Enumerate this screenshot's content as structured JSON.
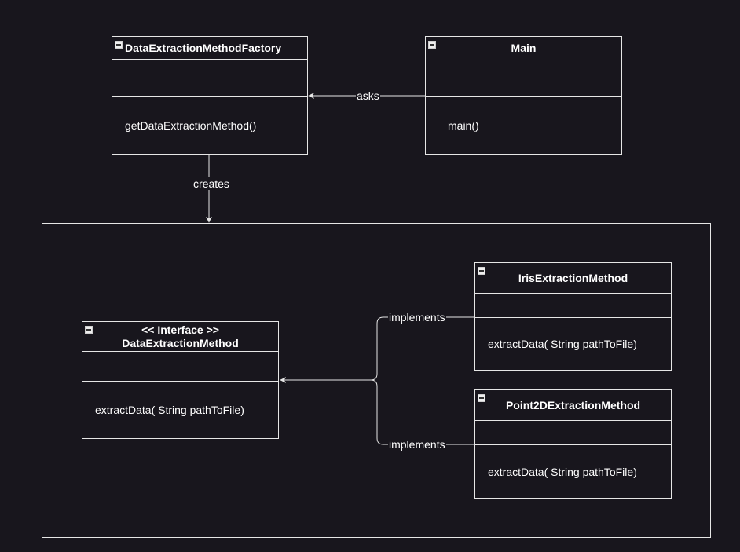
{
  "factory": {
    "name": "DataExtractionMethodFactory",
    "operation": "getDataExtractionMethod()"
  },
  "main": {
    "name": "Main",
    "operation": "main()"
  },
  "interface": {
    "stereotype": "<< Interface >>",
    "name": "DataExtractionMethod",
    "operation": "extractData( String pathToFile)"
  },
  "iris": {
    "name": "IrisExtractionMethod",
    "operation": "extractData( String pathToFile)"
  },
  "point2d": {
    "name": "Point2DExtractionMethod",
    "operation": "extractData( String pathToFile)"
  },
  "edges": {
    "asks": "asks",
    "creates": "creates",
    "implements_iris": "implements",
    "implements_point2d": "implements"
  },
  "colors": {
    "background": "#18161d",
    "stroke": "#e6e6e6",
    "text": "#ffffff"
  }
}
